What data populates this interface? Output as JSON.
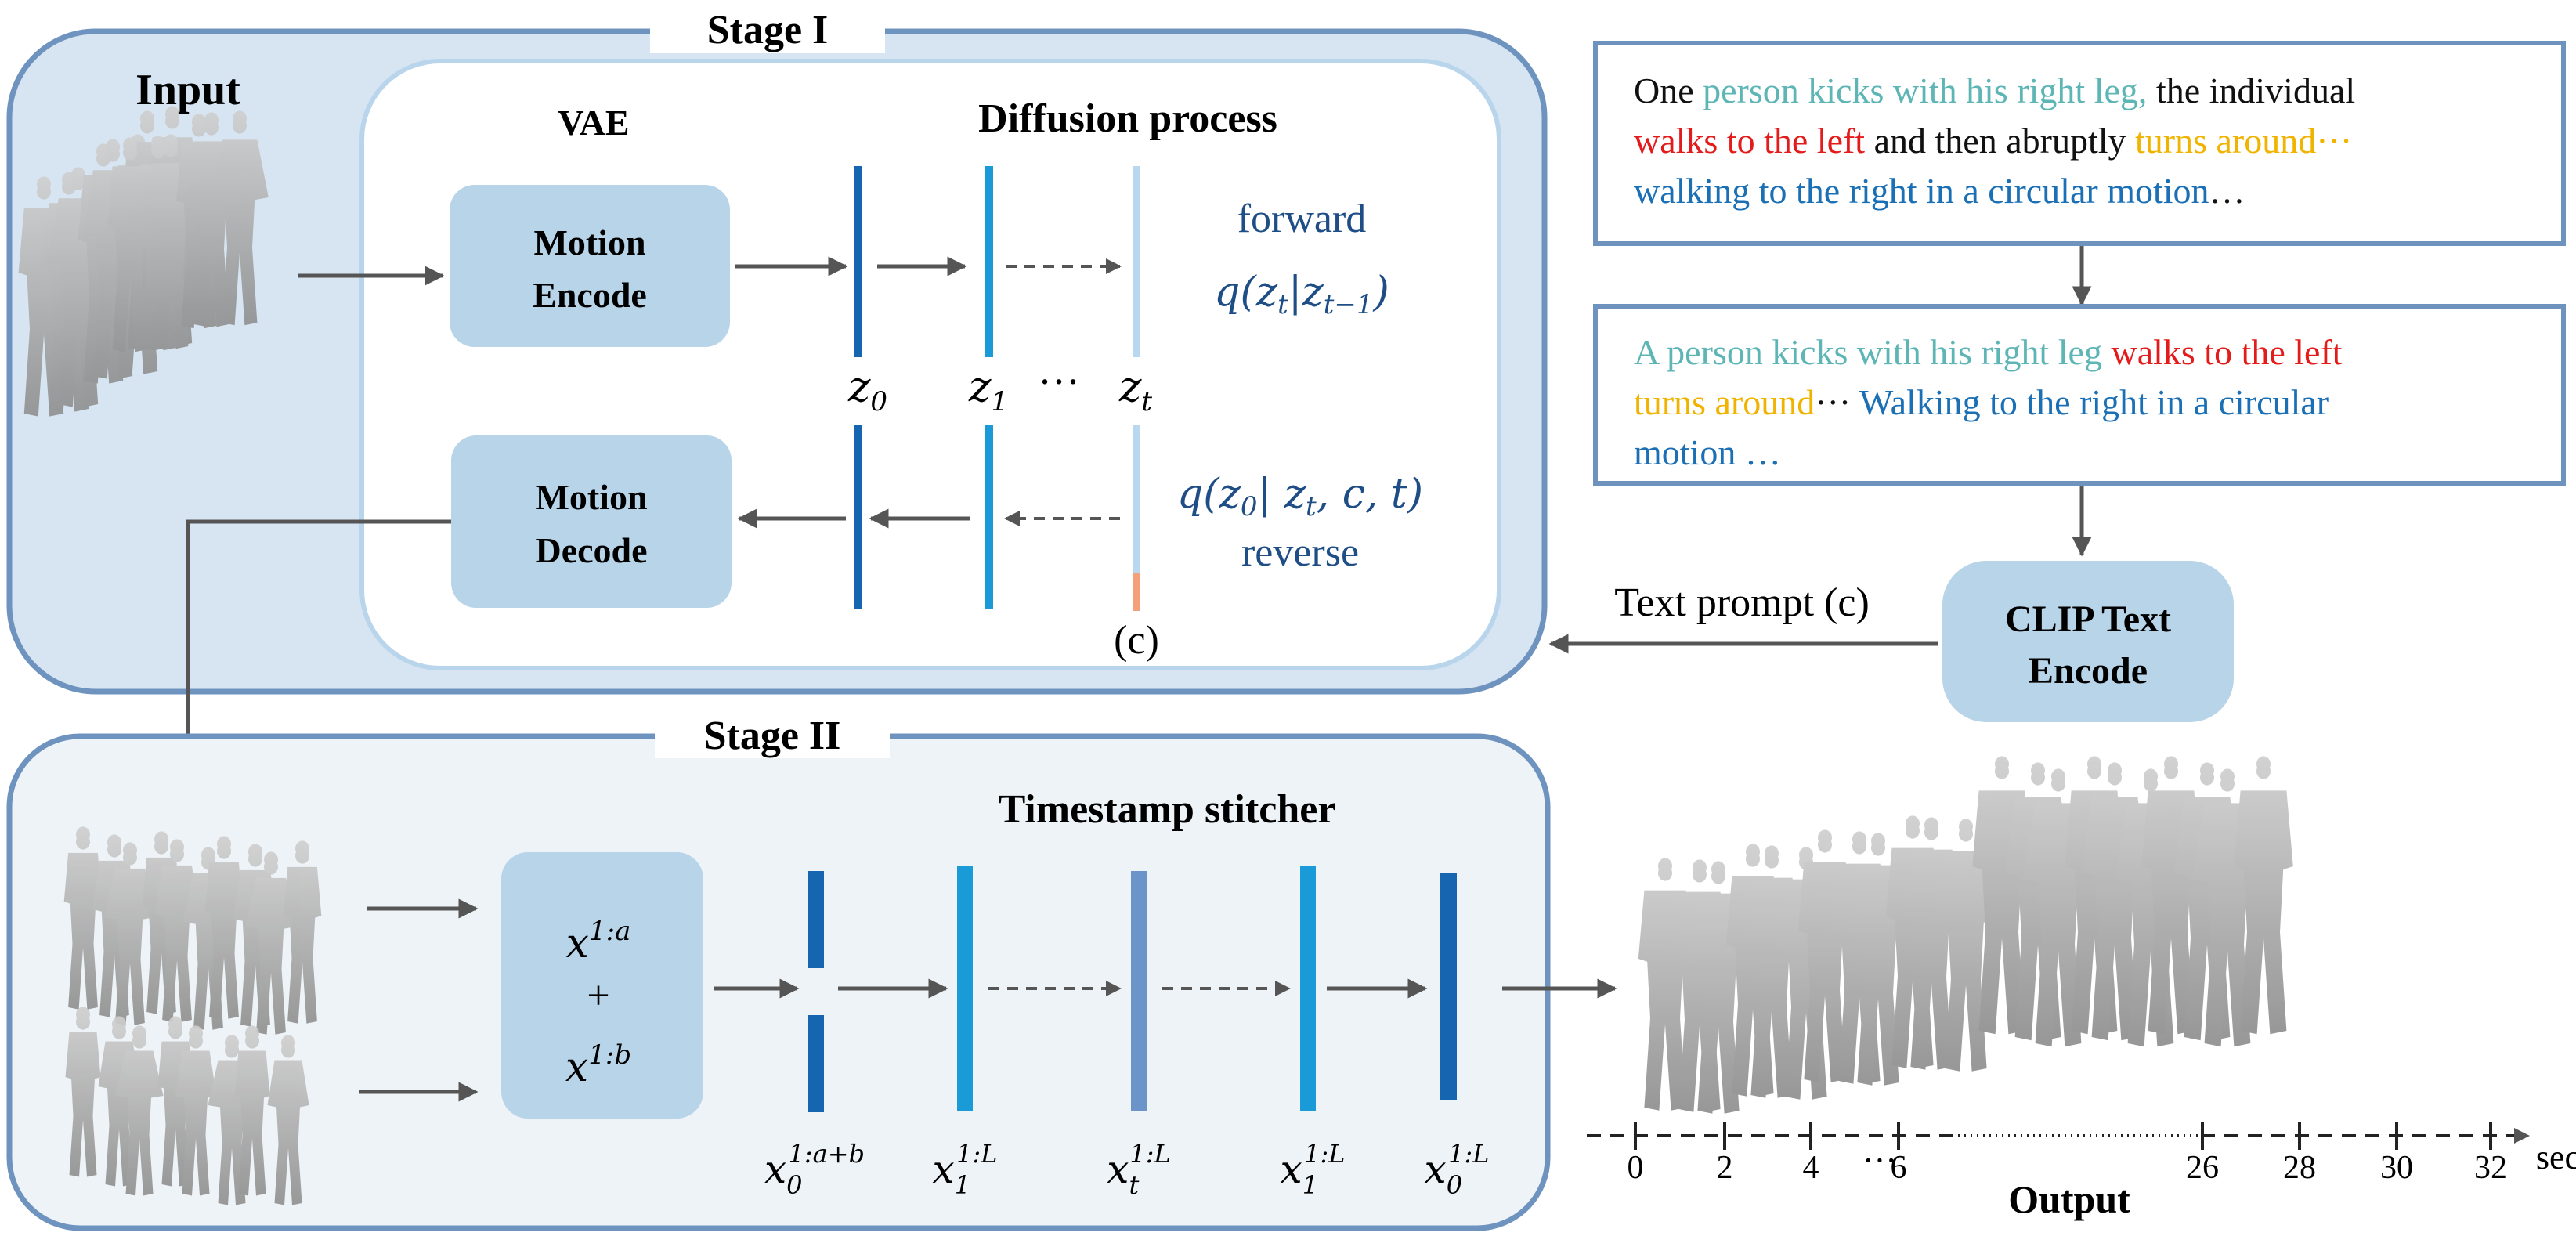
{
  "stage1": {
    "title": "Stage I",
    "input_label": "Input",
    "vae_label": "VAE",
    "diffusion_label": "Diffusion process",
    "encode": [
      "Motion",
      "Encode"
    ],
    "decode": [
      "Motion",
      "Decode"
    ],
    "forward_label": "forward",
    "forward_eq": "q(z_t|z_{t−1})",
    "reverse_eq": "q(z_0| z_t, c, t)",
    "reverse_label": "reverse",
    "latents": [
      "z_0",
      "z_1",
      "···",
      "z_t"
    ],
    "condition_marker": "(c)"
  },
  "prompt1": [
    [
      {
        "text": "One ",
        "color": "blk"
      },
      {
        "text": "person kicks with his right leg,",
        "color": "teal"
      },
      {
        "text": " the individual",
        "color": "blk"
      }
    ],
    [
      {
        "text": "walks to the left",
        "color": "red"
      },
      {
        "text": " and then abruptly ",
        "color": "blk"
      },
      {
        "text": "turns around···",
        "color": "gold"
      }
    ],
    [
      {
        "text": "walking to the right in a circular motion",
        "color": "blue"
      },
      {
        "text": "…",
        "color": "blk"
      }
    ]
  ],
  "prompt2": [
    [
      {
        "text": "A person kicks with his right leg ",
        "color": "teal"
      },
      {
        "text": "walks to the left",
        "color": "red"
      }
    ],
    [
      {
        "text": "turns around",
        "color": "gold"
      },
      {
        "text": "··· ",
        "color": "blk"
      },
      {
        "text": "Walking to the right in a circular",
        "color": "blue"
      }
    ],
    [
      {
        "text": "motion …",
        "color": "blue"
      }
    ]
  ],
  "clip": [
    "CLIP Text",
    "Encode"
  ],
  "text_prompt_label": "Text prompt (c)",
  "stage2": {
    "title": "Stage II",
    "stitcher_label": "Timestamp stitcher",
    "combine": [
      "x^{1:a}",
      "+",
      "x^{1:b}"
    ],
    "latents": [
      "x_0^{1:a+b}",
      "x_1^{1:L}",
      "x_t^{1:L}",
      "x_1^{1:L}",
      "x_0^{1:L}"
    ]
  },
  "timeline": {
    "ticks": [
      "0",
      "2",
      "4",
      "6",
      "26",
      "28",
      "30",
      "32"
    ],
    "unit": "sec",
    "ellipsis": "···",
    "output_label": "Output"
  },
  "colors": {
    "stage1_fill": "#d7e5f2",
    "stage_border": "#6f93bf",
    "module_fill": "#b8d4e8",
    "bar_dark": "#1565b0",
    "bar_mid": "#1a9ad6",
    "bar_light": "#b9d8ef",
    "bar_grey": "#6b95c8",
    "cond_orange": "#f4a07a"
  }
}
